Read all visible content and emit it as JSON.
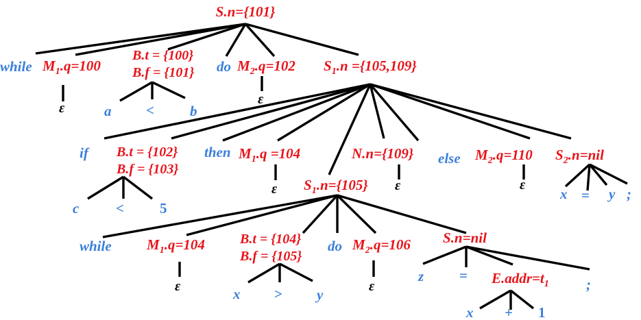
{
  "diagram": {
    "colors": {
      "nonterminal": "#e8141b",
      "terminal": "#3b7fd9",
      "epsilon": "#000000",
      "edge": "#000000"
    },
    "nodes": {
      "root": "S.n={101}",
      "while1": "while",
      "m1_top": {
        "base": "M",
        "sub": "1",
        "rest": ".q=100"
      },
      "b_top_t": "B.t = {100}",
      "b_top_f": "B.f = {101}",
      "do1": "do",
      "m2_top": {
        "base": "M",
        "sub": "2",
        "rest": ".q=102"
      },
      "s1_top": {
        "base": "S",
        "sub": "1",
        "rest": ".n ={105,109}"
      },
      "eps_m1_top": "ε",
      "a": "a",
      "lt_top": "<",
      "b": "b",
      "eps_m2_top": "ε",
      "if": "if",
      "b_if_t": "B.t = {102}",
      "b_if_f": "B.f = {103}",
      "then": "then",
      "m1_if": {
        "base": "M",
        "sub": "1",
        "rest": ".q =104"
      },
      "n_if": "N.n={109}",
      "else": "else",
      "m2_if": {
        "base": "M",
        "sub": "2",
        "rest": ".q=110"
      },
      "s2_if": {
        "base": "S",
        "sub": "2",
        "rest": ".n=nil"
      },
      "c": "c",
      "lt_if": "<",
      "five": "5",
      "eps_m1_if": "ε",
      "s1_inner": {
        "base": "S",
        "sub": "1",
        "rest": ".n={105}"
      },
      "eps_n_if": "ε",
      "eps_m2_if": "ε",
      "x_assign": "x",
      "eq_assign": "=",
      "y_assign": "y",
      "semi_assign": ";",
      "while2": "while",
      "m1_inner": {
        "base": "M",
        "sub": "1",
        "rest": ".q=104"
      },
      "b_inner_t": "B.t = {104}",
      "b_inner_f": "B.f = {105}",
      "do2": "do",
      "m2_inner": {
        "base": "M",
        "sub": "2",
        "rest": ".q=106"
      },
      "s_inner": "S.n=nil",
      "eps_m1_inner": "ε",
      "x_cmp": "x",
      "gt": ">",
      "y_cmp": "y",
      "eps_m2_inner": "ε",
      "z": "z",
      "eq_inner": "=",
      "e_addr": {
        "base": "E.addr=t",
        "sub": "1"
      },
      "semi_inner": ";",
      "x_plus": "x",
      "plus": "+",
      "one": "1"
    }
  }
}
